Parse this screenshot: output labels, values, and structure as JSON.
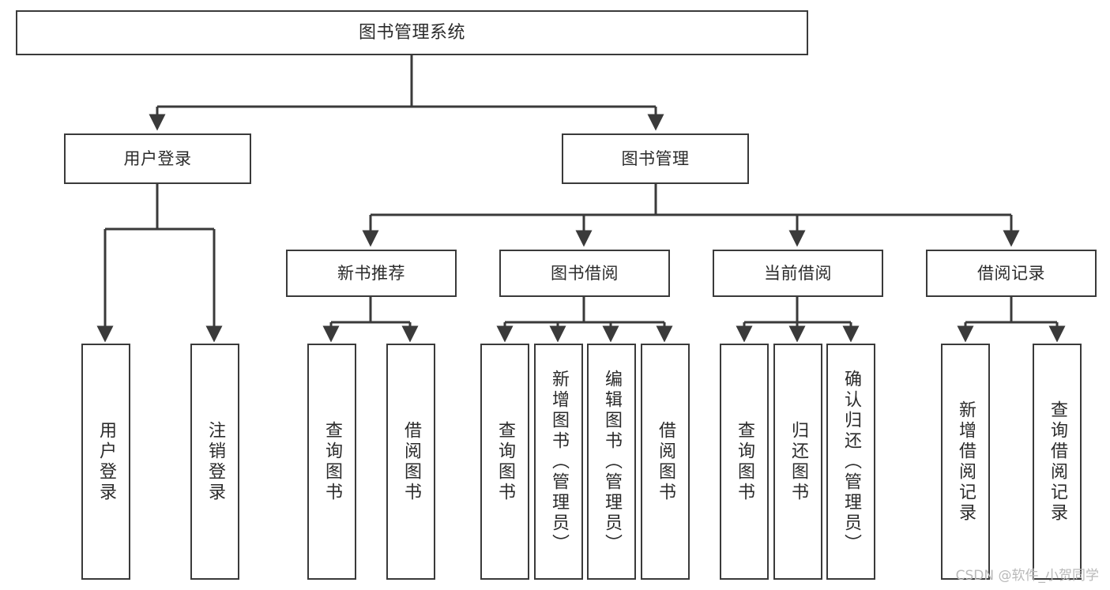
{
  "diagram": {
    "type": "tree",
    "title": "图书管理系统",
    "orientation": "top-down",
    "colors": {
      "box_border": "#3a3a3a",
      "box_fill": "#ffffff",
      "edge": "#3a3a3a",
      "text": "#2b2b2b",
      "watermark": "#b9b9b9"
    },
    "nodes": {
      "root": {
        "label": "图书管理系统",
        "level": 0
      },
      "user_login": {
        "label": "用户登录",
        "level": 1
      },
      "book_manage": {
        "label": "图书管理",
        "level": 1
      },
      "new_book_rec": {
        "label": "新书推荐",
        "level": 2
      },
      "book_borrow": {
        "label": "图书借阅",
        "level": 2
      },
      "current_borrow": {
        "label": "当前借阅",
        "level": 2
      },
      "borrow_record": {
        "label": "借阅记录",
        "level": 2
      },
      "leaf_user_login": {
        "label": "用户登录",
        "level": 2
      },
      "leaf_user_logout": {
        "label": "注销登录",
        "level": 2
      },
      "leaf_query_book_1": {
        "label": "查询图书",
        "level": 3
      },
      "leaf_borrow_book_1": {
        "label": "借阅图书",
        "level": 3
      },
      "leaf_query_book_2": {
        "label": "查询图书",
        "level": 3
      },
      "leaf_add_book": {
        "label": "新增图书（管理员）",
        "level": 3
      },
      "leaf_edit_book": {
        "label": "编辑图书（管理员）",
        "level": 3
      },
      "leaf_borrow_book_2": {
        "label": "借阅图书",
        "level": 3
      },
      "leaf_query_book_3": {
        "label": "查询图书",
        "level": 3
      },
      "leaf_return_book": {
        "label": "归还图书",
        "level": 3
      },
      "leaf_confirm_return": {
        "label": "确认归还（管理员）",
        "level": 3
      },
      "leaf_add_record": {
        "label": "新增借阅记录",
        "level": 3
      },
      "leaf_query_record": {
        "label": "查询借阅记录",
        "level": 3
      }
    },
    "edges": [
      {
        "from": "root",
        "to": "user_login"
      },
      {
        "from": "root",
        "to": "book_manage"
      },
      {
        "from": "user_login",
        "to": "leaf_user_login"
      },
      {
        "from": "user_login",
        "to": "leaf_user_logout"
      },
      {
        "from": "book_manage",
        "to": "new_book_rec"
      },
      {
        "from": "book_manage",
        "to": "book_borrow"
      },
      {
        "from": "book_manage",
        "to": "current_borrow"
      },
      {
        "from": "book_manage",
        "to": "borrow_record"
      },
      {
        "from": "new_book_rec",
        "to": "leaf_query_book_1"
      },
      {
        "from": "new_book_rec",
        "to": "leaf_borrow_book_1"
      },
      {
        "from": "book_borrow",
        "to": "leaf_query_book_2"
      },
      {
        "from": "book_borrow",
        "to": "leaf_add_book"
      },
      {
        "from": "book_borrow",
        "to": "leaf_edit_book"
      },
      {
        "from": "book_borrow",
        "to": "leaf_borrow_book_2"
      },
      {
        "from": "current_borrow",
        "to": "leaf_query_book_3"
      },
      {
        "from": "current_borrow",
        "to": "leaf_return_book"
      },
      {
        "from": "current_borrow",
        "to": "leaf_confirm_return"
      },
      {
        "from": "borrow_record",
        "to": "leaf_add_record"
      },
      {
        "from": "borrow_record",
        "to": "leaf_query_record"
      }
    ]
  },
  "watermark": {
    "text": "CSDN @软件_小贺同学"
  }
}
